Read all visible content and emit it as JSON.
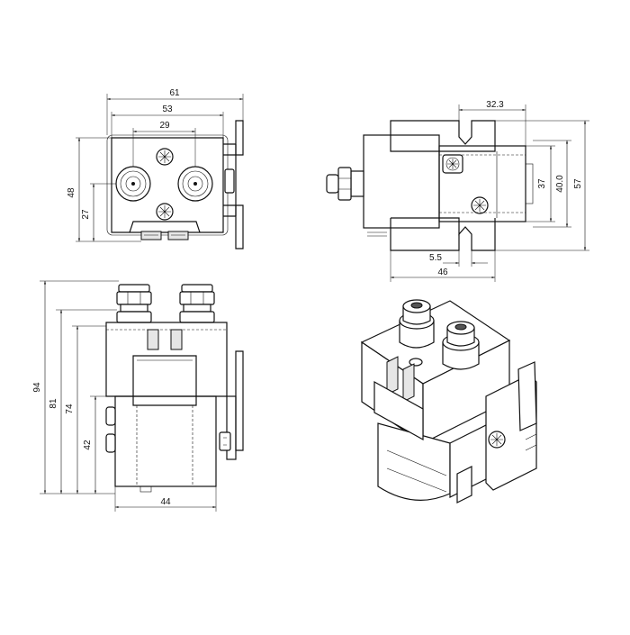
{
  "dimensions": {
    "top_view": {
      "overall_width": "61",
      "body_width": "53",
      "terminal_spacing": "29",
      "height": "48",
      "terminal_height": "27"
    },
    "side_view": {
      "mount_offset": "32.3",
      "slot_height": "37",
      "bracket_height": "40.0",
      "overall_height": "57",
      "slot_width": "5.5",
      "body_width": "46"
    },
    "front_view": {
      "overall_height": "94",
      "terminal_height": "81",
      "body_height": "74",
      "coil_height": "42",
      "base_width": "44"
    }
  }
}
